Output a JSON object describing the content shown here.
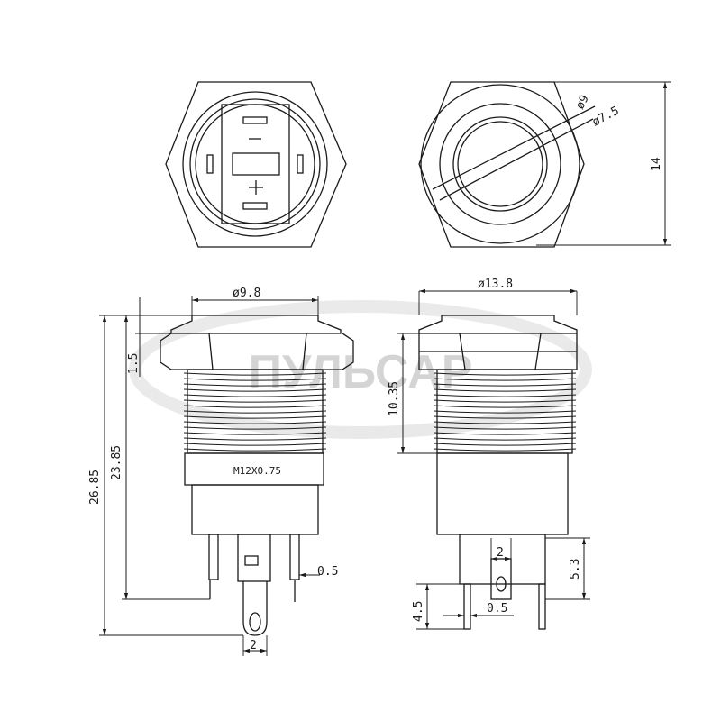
{
  "watermark": {
    "text": "ПУЛЬСАР"
  },
  "top_views": {
    "terminal_symbols": {
      "minus": "−",
      "plus": "+"
    }
  },
  "dimensions": {
    "ring_outer_dia": "ø9",
    "ring_inner_dia": "ø7.5",
    "face_height": "14",
    "cap_dia_left": "ø9.8",
    "cap_dia_right": "ø13.8",
    "nut_height": "1.5",
    "body_height": "23.85",
    "total_height": "26.85",
    "thread_length": "10.35",
    "pin_thickness": "0.5",
    "pin_width_left": "2",
    "pin_width_right": "2",
    "pin_length": "5.3",
    "pin_offset": "4.5",
    "pin_thickness_right": "0.5"
  },
  "thread_label": "M12X0.75"
}
